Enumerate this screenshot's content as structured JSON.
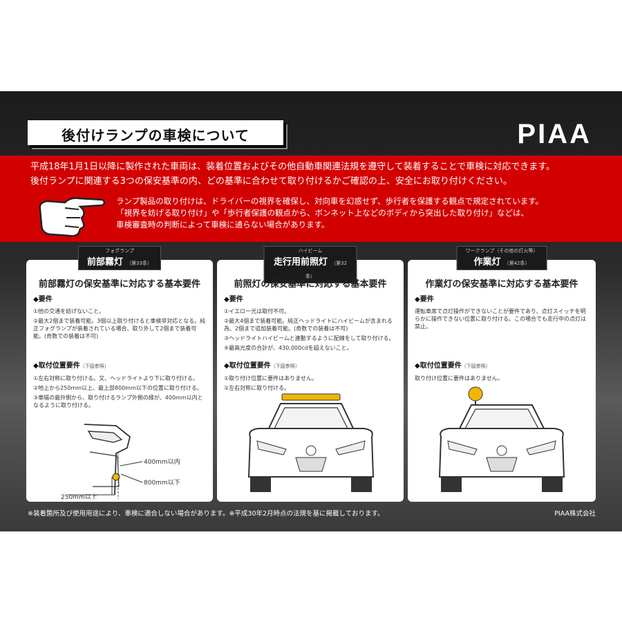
{
  "header": {
    "title": "後付けランプの車検について",
    "brand": "PIAA"
  },
  "intro": [
    "平成18年1月1日以降に製作された車両は、装着位置およびその他自動車関連法規を遵守して装着することで車検に対応できます。",
    "後付ランプに関連する3つの保安基準の内、どの基準に合わせて取り付けるかご確認の上、安全にお取り付けください。"
  ],
  "note": [
    "ランプ製品の取り付けは、ドライバーの視界を確保し、対向車を幻惑せず、歩行者を保護する観点で規定されています。",
    "「視界を妨げる取り付け」や「歩行者保護の観点から、ボンネット上などのボディから突出した取り付け」などは、",
    "車検審査時の判断によって車検に通らない場合があります。"
  ],
  "cards": [
    {
      "ruby": "フォグランプ",
      "name": "前部霧灯",
      "ref": "（第33条）",
      "heading": "前部霧灯の保安基準に対応する基本要件",
      "req_title": "◆要件",
      "reqs": [
        "①他の交通を妨げないこと。",
        "②最大2個まで装着可能。3個以上取り付けると車検非対応となる。純正フォグランプが装着されている場合、取り外して2個まで装着可能。(奇数での装着は不可)"
      ],
      "pos_title": "◆取付位置要件",
      "pos_note": "（下図参照）",
      "pos": [
        "①左右対称に取り付ける。又、ヘッドライトより下に取り付ける。",
        "②地上から250mm以上、最上部800mm以下の位置に取り付ける。",
        "③車幅の最外側から、取り付けるランプ外側の縁が、400mm以内となるように取り付ける。"
      ],
      "dims": {
        "d400": "400mm以内",
        "d800": "800mm以下",
        "d250": "250mm以上"
      }
    },
    {
      "ruby": "ハイビーム",
      "name": "走行用前照灯",
      "ref": "（第32条）",
      "heading": "前照灯の保安基準に対応する基本要件",
      "req_title": "◆要件",
      "reqs": [
        "①イエロー光は取付不可。",
        "②最大4個まで装着可能。純正ヘッドライトにハイビームが含まれる為、2個まで追加装着可能。(奇数での装着は不可)",
        "③ヘッドライトハイビームと連動するように配線をして取り付ける。",
        "④最高光度の合計が、430,000cdを超えないこと。"
      ],
      "pos_title": "◆取付位置要件",
      "pos_note": "（下図参照）",
      "pos": [
        "①取り付け位置に要件はありません。",
        "②左右対称に取り付ける。"
      ]
    },
    {
      "ruby": "ワークランプ（その他の灯火等）",
      "name": "作業灯",
      "ref": "（第42条）",
      "heading": "作業灯の保安基準に対応する基本要件",
      "req_title": "◆要件",
      "reqs": [
        "運転車席で点灯操作ができないことが要件であり、点灯スイッチを明らかに操作できない位置に取り付ける。この場合でも走行中の点灯は禁止。"
      ],
      "pos_title": "◆取付位置要件",
      "pos_note": "（下図参照）",
      "pos": [
        "取り付け位置に要件はありません。"
      ]
    }
  ],
  "footer": {
    "left": "※装着箇所及び使用用途により、車検に適合しない場合があります。※平成30年2月時点の法規を基に掲載しております。",
    "right": "PIAA株式会社"
  },
  "colors": {
    "red": "#d30000",
    "amber": "#f2b705",
    "dark": "#1c1c1c"
  }
}
